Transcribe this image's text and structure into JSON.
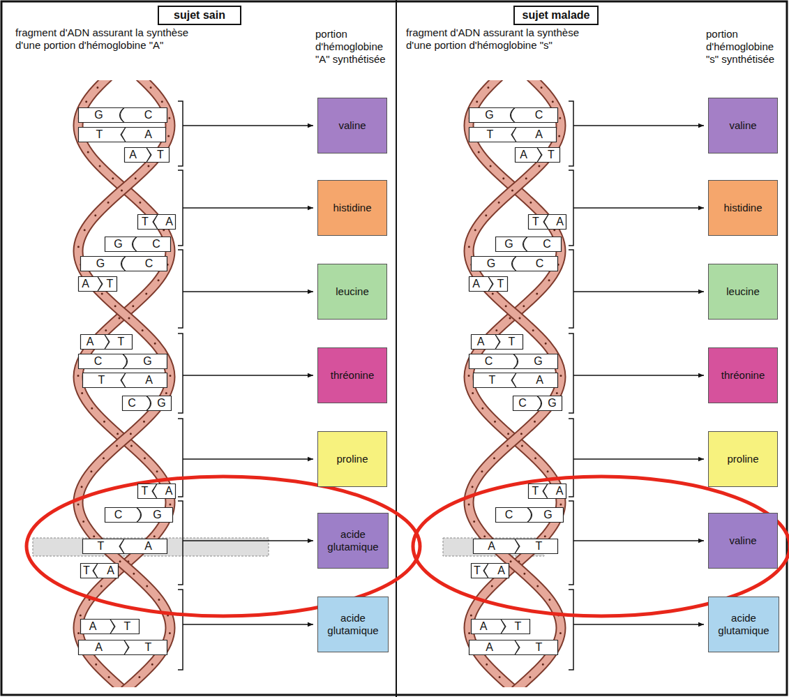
{
  "diagram": {
    "nodes": [
      {
        "text": [
          "sujet sain"
        ]
      },
      {
        "text": [
          "sujet malade"
        ]
      },
      {
        "text": [
          "G"
        ]
      },
      {
        "text": [
          "C"
        ]
      },
      {
        "text": [
          "T"
        ]
      },
      {
        "text": [
          "A"
        ]
      },
      {
        "text": [
          "A"
        ]
      },
      {
        "text": [
          "T"
        ]
      },
      {
        "text": [
          "T"
        ]
      },
      {
        "text": [
          "A"
        ]
      },
      {
        "text": [
          "G"
        ]
      },
      {
        "text": [
          "C"
        ]
      },
      {
        "text": [
          "G"
        ]
      },
      {
        "text": [
          "C"
        ]
      },
      {
        "text": [
          "A"
        ]
      },
      {
        "text": [
          "T"
        ]
      },
      {
        "text": [
          "A"
        ]
      },
      {
        "text": [
          "T"
        ]
      },
      {
        "text": [
          "C"
        ]
      },
      {
        "text": [
          "G"
        ]
      },
      {
        "text": [
          "T"
        ]
      },
      {
        "text": [
          "A"
        ]
      },
      {
        "text": [
          "C"
        ]
      },
      {
        "text": [
          "G"
        ]
      },
      {
        "text": [
          "T"
        ]
      },
      {
        "text": [
          "A"
        ]
      },
      {
        "text": [
          "C"
        ]
      },
      {
        "text": [
          "G"
        ]
      },
      {
        "text": [
          "T"
        ]
      },
      {
        "text": [
          "A"
        ]
      },
      {
        "text": [
          "T"
        ]
      },
      {
        "text": [
          "A"
        ]
      },
      {
        "text": [
          "A"
        ]
      },
      {
        "text": [
          "T"
        ]
      },
      {
        "text": [
          "A"
        ]
      },
      {
        "text": [
          "T"
        ]
      },
      {
        "text": [
          "valine"
        ]
      },
      {
        "text": [
          "histidine"
        ]
      },
      {
        "text": [
          "leucine"
        ]
      },
      {
        "text": [
          "thréonine"
        ]
      },
      {
        "text": [
          "proline"
        ]
      },
      {
        "text": [
          "acide glutamique"
        ]
      },
      {
        "text": [
          "acide glutamique"
        ]
      },
      {
        "text": [
          "G"
        ]
      },
      {
        "text": [
          "C"
        ]
      },
      {
        "text": [
          "T"
        ]
      },
      {
        "text": [
          "A"
        ]
      },
      {
        "text": [
          "A"
        ]
      },
      {
        "text": [
          "T"
        ]
      },
      {
        "text": [
          "T"
        ]
      },
      {
        "text": [
          "A"
        ]
      },
      {
        "text": [
          "G"
        ]
      },
      {
        "text": [
          "C"
        ]
      },
      {
        "text": [
          "G"
        ]
      },
      {
        "text": [
          "C"
        ]
      },
      {
        "text": [
          "A"
        ]
      },
      {
        "text": [
          "T"
        ]
      },
      {
        "text": [
          "A"
        ]
      },
      {
        "text": [
          "T"
        ]
      },
      {
        "text": [
          "C"
        ]
      },
      {
        "text": [
          "G"
        ]
      },
      {
        "text": [
          "T"
        ]
      },
      {
        "text": [
          "A"
        ]
      },
      {
        "text": [
          "C"
        ]
      },
      {
        "text": [
          "G"
        ]
      },
      {
        "text": [
          "T"
        ]
      },
      {
        "text": [
          "A"
        ]
      },
      {
        "text": [
          "C"
        ]
      },
      {
        "text": [
          "G"
        ]
      },
      {
        "text": [
          "A"
        ]
      },
      {
        "text": [
          "T"
        ]
      },
      {
        "text": [
          "T"
        ]
      },
      {
        "text": [
          "A"
        ]
      },
      {
        "text": [
          "A"
        ]
      },
      {
        "text": [
          "T"
        ]
      },
      {
        "text": [
          "A"
        ]
      },
      {
        "text": [
          "T"
        ]
      },
      {
        "text": [
          "valine"
        ]
      },
      {
        "text": [
          "histidine"
        ]
      },
      {
        "text": [
          "leucine"
        ]
      },
      {
        "text": [
          "thréonine"
        ]
      },
      {
        "text": [
          "proline"
        ]
      },
      {
        "text": [
          "valine"
        ]
      },
      {
        "text": [
          "acide glutamique"
        ]
      }
    ],
    "labels": [
      "fragment d'ADN assurant la synthèse d'une portion d'hémoglobine \"A\"",
      "portion d'hémoglobine \"A\" synthétisée",
      "fragment d'ADN assurant la synthèse d'une portion d'hémoglobine \"s\"",
      "portion d'hémoglobine \"s\" synthétisée"
    ]
  }
}
